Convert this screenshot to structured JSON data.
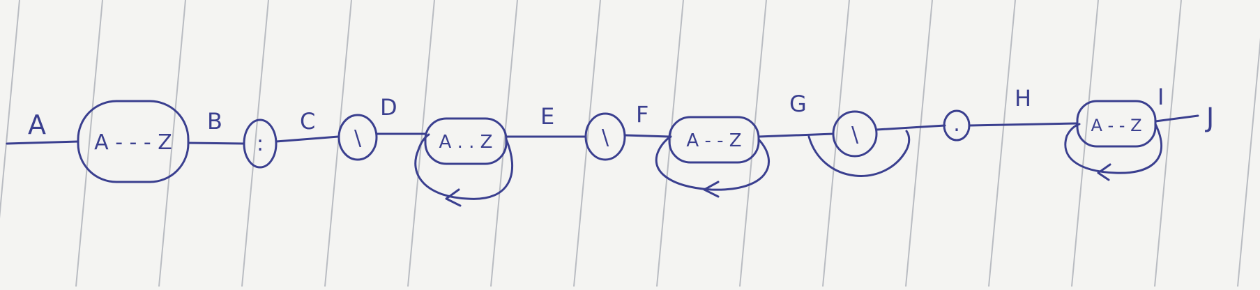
{
  "ink_color": "#3a3f8f",
  "paper_color": "#f4f4f2",
  "rule_color": "#b9bcc2",
  "labels": {
    "a": "A",
    "b": "B",
    "c": "C",
    "d": "D",
    "e": "E",
    "f": "F",
    "g": "G",
    "h": "H",
    "i": "I",
    "j": "J"
  },
  "nodes": {
    "n1": "A - - - Z",
    "n2": ":",
    "n3": "\\",
    "n4": "A . . Z",
    "n5": "\\",
    "n6": "A - - Z",
    "n7": "\\",
    "n8": ".",
    "n9": "A - - Z"
  }
}
